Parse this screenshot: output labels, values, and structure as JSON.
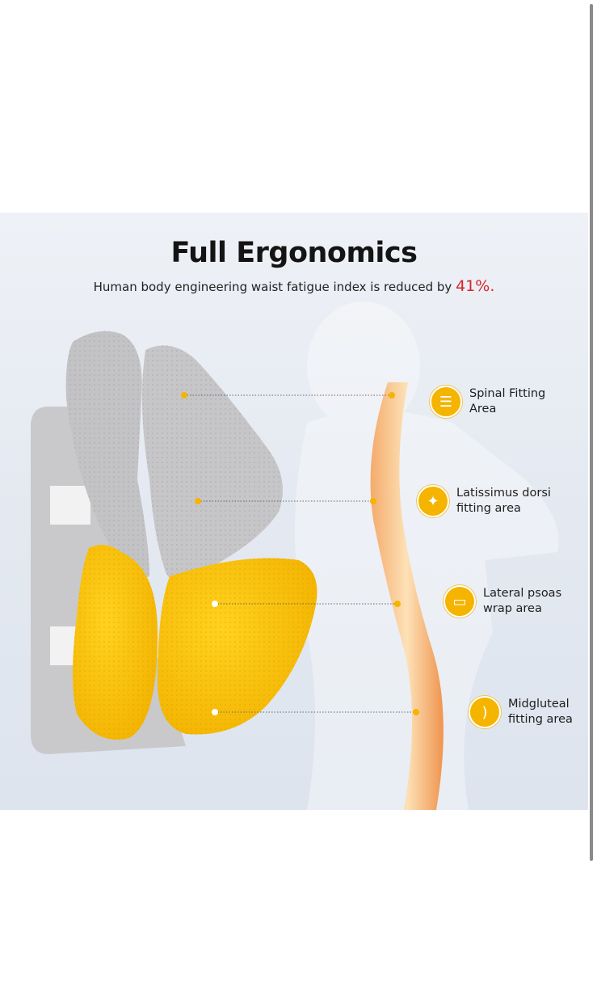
{
  "banner": {
    "title": "Full Ergonomics",
    "subtitle": "Human body engineering waist fatigue index is reduced by ",
    "highlight": "41%.",
    "highlight_color": "#d3262b",
    "accent_color": "#f4b400",
    "callouts": [
      {
        "icon": "spine-icon",
        "label": "Spinal Fitting\nArea"
      },
      {
        "icon": "muscle-back-icon",
        "label": "Latissimus dorsi\nfitting area"
      },
      {
        "icon": "waist-icon",
        "label": "Lateral psoas\nwrap area"
      },
      {
        "icon": "hip-icon",
        "label": "Midgluteal\nfitting area"
      }
    ]
  }
}
